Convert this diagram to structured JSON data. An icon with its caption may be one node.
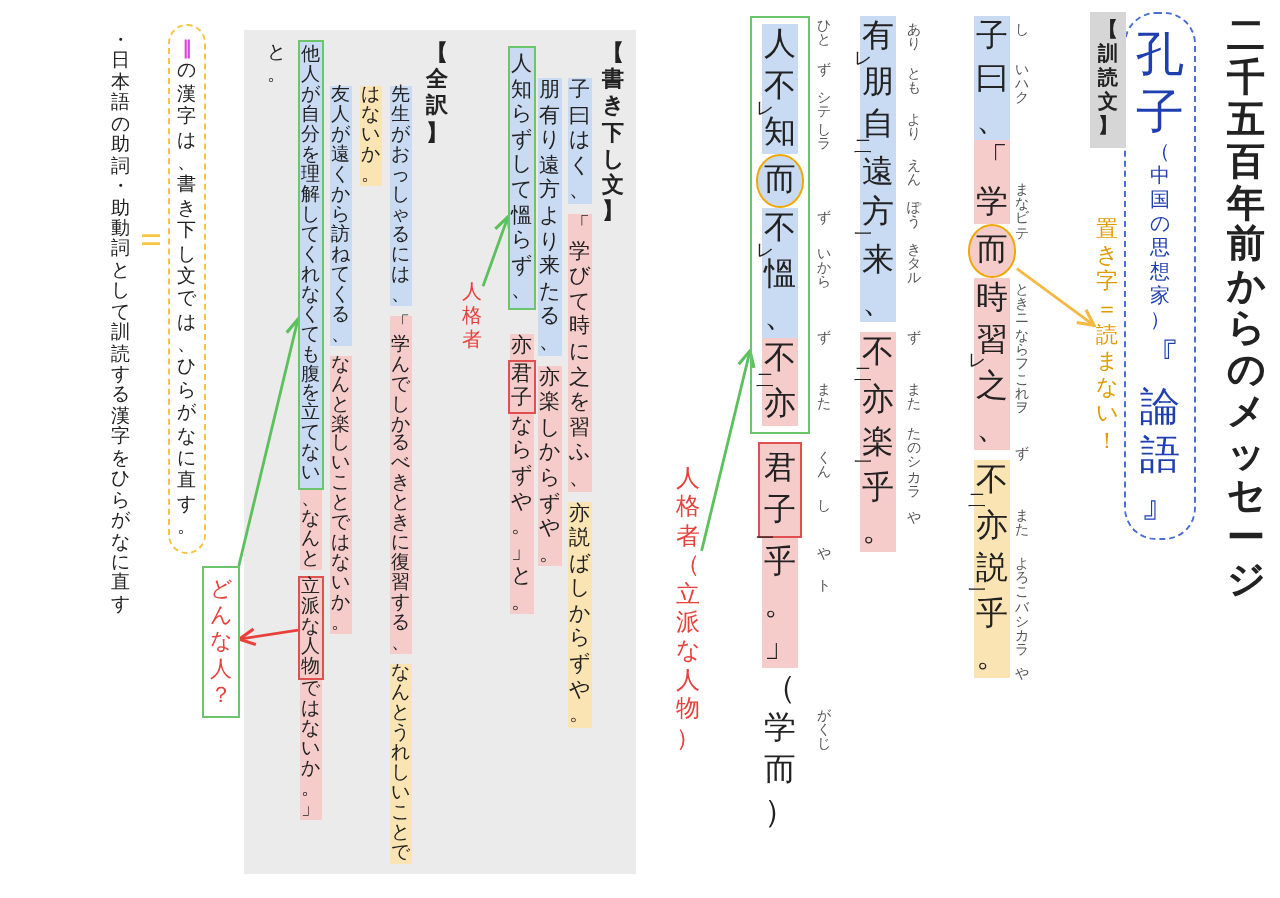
{
  "diagram": {
    "title": "二千五百年前からのメッセージ",
    "nodes": [
      {
        "text": [
          "孔子",
          "（中国の思想家）",
          "『論語』"
        ]
      },
      {
        "text": [
          "【訓読文】"
        ]
      },
      {
        "text": [
          "而"
        ]
      },
      {
        "text": [
          "置き字＝読まない！"
        ]
      },
      {
        "text": [
          "人不$_{レ}$知",
          "不$_{レ}$慍、",
          "不$_{二}$亦"
        ]
      },
      {
        "text": [
          "而"
        ],
        "in": 4
      },
      {
        "text": [
          "君子"
        ]
      },
      {
        "text": [
          "人格者（立派な人物）"
        ]
      },
      {
        "text": [
          "【書き下し文】"
        ]
      },
      {
        "text": [
          "人知らずして慍らず、"
        ],
        "in": 8
      },
      {
        "text": [
          "人格者"
        ],
        "in": 8
      },
      {
        "text": [
          "君子"
        ],
        "in": 8
      },
      {
        "text": [
          "他人が自分を理解してくれなくても腹を立てない"
        ],
        "in": 8
      },
      {
        "text": [
          "立派な人物"
        ],
        "in": 8
      },
      {
        "text": [
          "どんな人？"
        ]
      },
      {
        "text": [
          "‖",
          "の漢字は、書き下し文では、ひらがなに直す。"
        ]
      }
    ],
    "edges": [
      {
        "from": 2,
        "to": 3,
        "arrow": "to",
        "color": "#f5b942"
      },
      {
        "from": 7,
        "to": 4,
        "arrow": "to"
      },
      {
        "from": 10,
        "to": 9,
        "arrow": "to"
      },
      {
        "from": 14,
        "to": 12,
        "arrow": "to"
      },
      {
        "from": 13,
        "to": 14,
        "arrow": "to",
        "color": "#e8413c"
      }
    ],
    "labels": [
      "子曰、",
      "「学",
      "時習$_{レ}$之、",
      "不$_{二}$亦説$_{一}$乎。",
      "し",
      "いハク",
      "まなビテ",
      "ときニ",
      "ならフ",
      "これヲ",
      "ず",
      "また",
      "よろこバシカラ",
      "や",
      "有$_{レ}$朋自$_{二}$遠方$_{一}$来、",
      "不$_{二}$亦楽$_{一}$乎。",
      "あり",
      "とも",
      "より",
      "えん",
      "ぽう",
      "きタル",
      "ず",
      "また",
      "たのシカラ",
      "や",
      "$_{一}$乎。」",
      "（学而）",
      "ひと",
      "ず",
      "シテ",
      "しラ",
      "ず",
      "いから",
      "ず",
      "また",
      "くん",
      "し",
      "や",
      "ト",
      "がくじ",
      "子曰はく、",
      "「学びて時に之を習ふ、",
      "亦説ばしからずや。",
      "朋有り遠方より来たる、",
      "亦楽しからずや。",
      "亦",
      "ならずや。」と。",
      "【全訳】",
      "先生がおっしゃるには、",
      "「学んでしかるべきときに復習する、",
      "なんとうれしいことで",
      "はないか。",
      "友人が遠くから訪ねてくる、",
      "なんと楽しいことではないか。",
      "、なんと",
      "ではないか。」",
      "と。",
      "・日本語の助詞・助動詞として訓読する漢字をひらがなに直す"
    ]
  }
}
